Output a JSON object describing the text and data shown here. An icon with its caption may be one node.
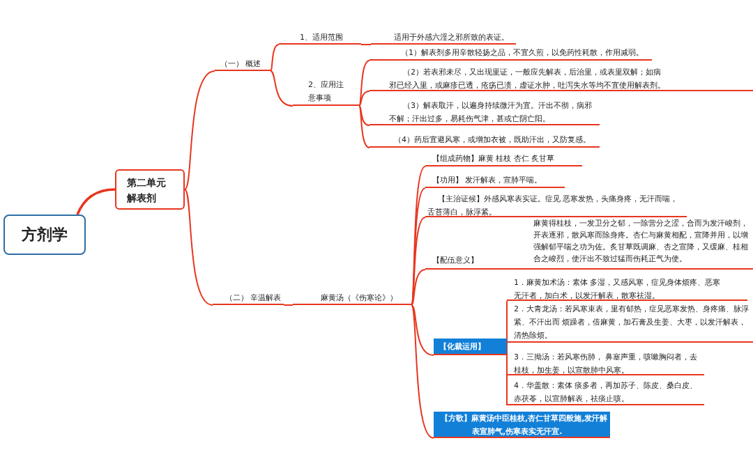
{
  "diagram": {
    "nodes": [
      {
        "text": [
          "方剂学"
        ]
      },
      {
        "text": [
          "第二单元解表剂"
        ]
      },
      {
        "text": [
          "（一）  概述"
        ]
      },
      {
        "text": [
          "1、适用范围"
        ]
      },
      {
        "text": [
          "适用于外感六淫之邪所致的表证。"
        ]
      },
      {
        "text": [
          "2、应用注意事项"
        ]
      },
      {
        "text": [
          "（1）解表剂多用辛散轻扬之品，不宜久煎，以免药性耗散，作用减弱。"
        ]
      },
      {
        "text": [
          "（2）若表邪未尽，又出现里证，一般应先解表，后治里，或表里双解；如病邪已经入里，或麻疹已透，疮疡已溃，虚证水肿，吐泻失水等均不宜使用解表剂。"
        ]
      },
      {
        "text": [
          "（3）解表取汗，以遍身持续微汗为宜。汗出不彻，病邪不解；汗出过多，易耗伤气津，甚或亡阴亡阳。"
        ]
      },
      {
        "text": [
          "（4）药后宜避风寒，或增加衣被，既助汗出，又防复感。"
        ]
      },
      {
        "text": [
          "（二）  辛温解表"
        ]
      },
      {
        "text": [
          "麻黄汤（《伤寒论》）"
        ]
      },
      {
        "text": [
          "【组成药物】麻黄  桂枝  杏仁  炙甘草"
        ]
      },
      {
        "text": [
          "【功用】 发汗解表，宣肺平喘。"
        ]
      },
      {
        "text": [
          "【主治证候】外感风寒表实证。症见 恶寒发热，头痛身疼，无汗而喘，舌苔薄白，脉浮紧。"
        ]
      },
      {
        "text": [
          "【配伍意义】",
          "麻黄得桂枝，一发卫分之郁，一除营分之涩，合而为发汗峻剂，开表逐邪，散风寒而除身疼。杏仁与麻黄相配，宣降并用，以增强解郁平喘之功为佐。炙甘草既调麻、杏之宣降，又缓麻、桂相合之峻烈，使汗出不致过猛而伤耗正气为使。"
        ]
      },
      {
        "text": [
          "【化裁运用】"
        ]
      },
      {
        "text": [
          "1．麻黄加术汤：素体 多湿，又感风寒，症见身体烦疼、恶寒无汗者，加白术，以发汗解表，散寒祛湿。"
        ]
      },
      {
        "text": [
          "2．大青龙汤：若风寒束表，里有郁热，症见恶寒发热、身疼痛、脉浮紧、不汗出而 烦躁者，倍麻黄，加石膏及生姜、大枣，以发汗解表，清热除烦。"
        ]
      },
      {
        "text": [
          "3．三拗汤：若风寒伤肺， 鼻塞声重，咳嗽胸闷者，去桂枝，加生姜，以宣散肺中风寒。"
        ]
      },
      {
        "text": [
          "4．华盖散：素体 痰多者，再加苏子、陈皮、桑白皮、赤茯苓，以宣肺解表，祛痰止咳。"
        ]
      },
      {
        "text": [
          "【方歌】麻黄汤中臣桂枝,杏仁甘草四般施,发汗解表宣肺气,伤寒表实无汗宜."
        ]
      }
    ],
    "edges": [
      {
        "from": 0,
        "to": 1,
        "arrow": "none"
      },
      {
        "from": 1,
        "to": 2,
        "arrow": "none"
      },
      {
        "from": 1,
        "to": 10,
        "arrow": "none"
      },
      {
        "from": 2,
        "to": 3,
        "arrow": "none"
      },
      {
        "from": 3,
        "to": 4,
        "arrow": "none"
      },
      {
        "from": 2,
        "to": 5,
        "arrow": "none"
      },
      {
        "from": 5,
        "to": 6,
        "arrow": "none"
      },
      {
        "from": 5,
        "to": 7,
        "arrow": "none"
      },
      {
        "from": 5,
        "to": 8,
        "arrow": "none"
      },
      {
        "from": 5,
        "to": 9,
        "arrow": "none"
      },
      {
        "from": 10,
        "to": 11,
        "arrow": "none"
      },
      {
        "from": 11,
        "to": 12,
        "arrow": "none"
      },
      {
        "from": 11,
        "to": 13,
        "arrow": "none"
      },
      {
        "from": 11,
        "to": 14,
        "arrow": "none"
      },
      {
        "from": 11,
        "to": 15,
        "arrow": "none"
      },
      {
        "from": 11,
        "to": 16,
        "arrow": "none"
      },
      {
        "from": 16,
        "to": 17,
        "arrow": "none"
      },
      {
        "from": 16,
        "to": 18,
        "arrow": "none"
      },
      {
        "from": 16,
        "to": 19,
        "arrow": "none"
      },
      {
        "from": 16,
        "to": 20,
        "arrow": "none"
      },
      {
        "from": 11,
        "to": 21,
        "arrow": "none"
      }
    ]
  }
}
